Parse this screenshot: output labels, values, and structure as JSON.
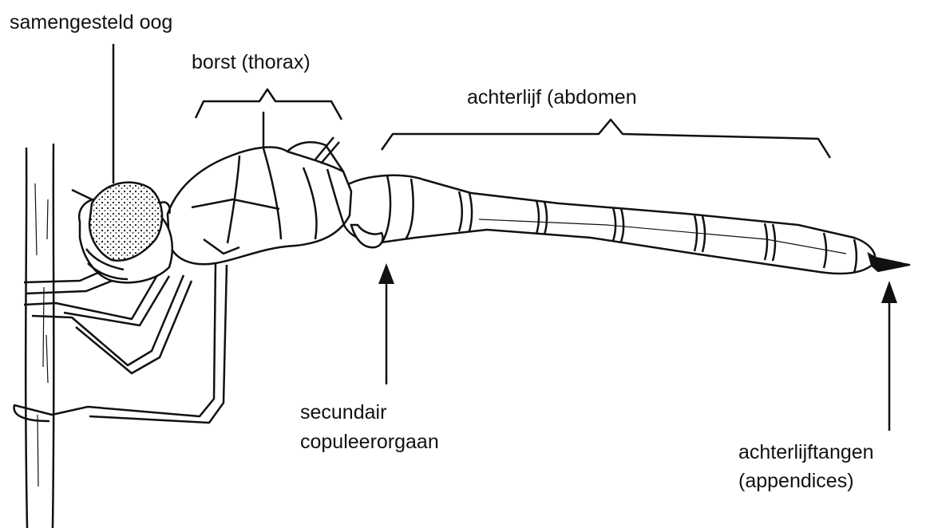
{
  "labels": {
    "compound_eye": "samengesteld oog",
    "thorax": "borst (thorax)",
    "abdomen": "achterlijf (abdomen",
    "secondary_organ_line1": "secundair",
    "secondary_organ_line2": "copuleerorgaan",
    "appendages_line1": "achterlijftangen",
    "appendages_line2": "(appendices)"
  },
  "colors": {
    "ink": "#111111",
    "background": "#ffffff",
    "body_fill": "#ffffff"
  }
}
